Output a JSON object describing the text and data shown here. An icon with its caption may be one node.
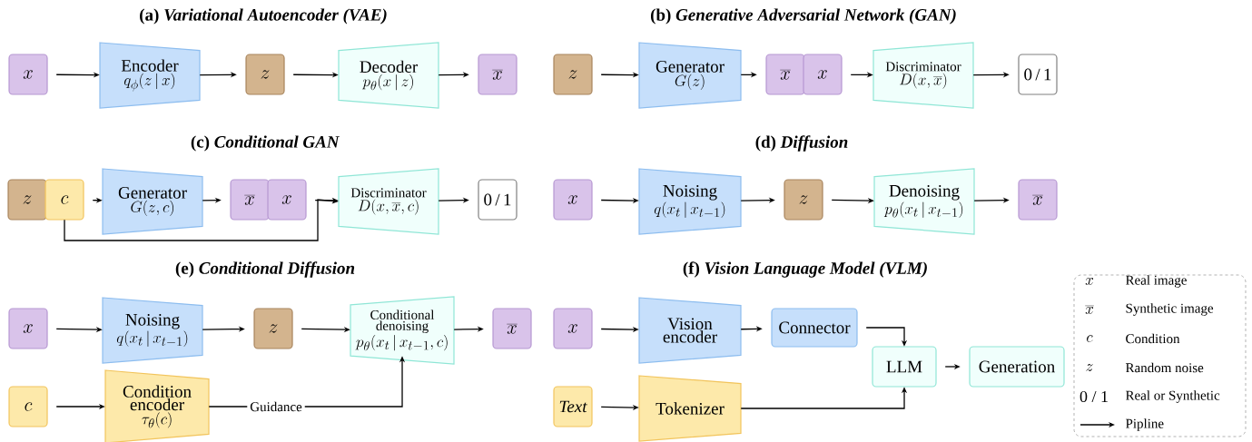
{
  "diagram": {
    "nodes": [
      {
        "text": [
          "x"
        ]
      },
      {
        "text": [
          "Encoder",
          "q_{\\phi}(z\\,|\\,x)"
        ]
      },
      {
        "text": [
          "z"
        ]
      },
      {
        "text": [
          "Decoder",
          "p_{\\theta}(x\\,|\\,z)"
        ]
      },
      {
        "text": [
          "\\overline{x}"
        ]
      },
      {
        "text": [
          "z"
        ]
      },
      {
        "text": [
          "Generator",
          "G(z)"
        ]
      },
      {
        "text": [
          "\\overline{x}"
        ]
      },
      {
        "text": [
          "x"
        ]
      },
      {
        "text": [
          "Discriminator",
          "D(x,\\overline{x})"
        ]
      },
      {
        "text": [
          "0 / 1"
        ]
      },
      {
        "text": [
          "z"
        ]
      },
      {
        "text": [
          "c"
        ]
      },
      {
        "text": [
          "Generator",
          "G(z,c)"
        ]
      },
      {
        "text": [
          "\\overline{x}"
        ]
      },
      {
        "text": [
          "x"
        ]
      },
      {
        "text": [
          "Discriminator",
          "D(x,\\overline{x},c)"
        ]
      },
      {
        "text": [
          "0 / 1"
        ]
      },
      {
        "text": [
          "x"
        ]
      },
      {
        "text": [
          "Noising",
          "q(x_t\\,|\\,x_{t-1})"
        ]
      },
      {
        "text": [
          "z"
        ]
      },
      {
        "text": [
          "Denoising",
          "p_{\\theta}(x_t\\,|\\,x_{t-1})"
        ]
      },
      {
        "text": [
          "\\overline{x}"
        ]
      },
      {
        "text": [
          "x"
        ]
      },
      {
        "text": [
          "Noising",
          "q(x_t\\,|\\,x_{t-1})"
        ]
      },
      {
        "text": [
          "z"
        ]
      },
      {
        "text": [
          "Conditional denoising",
          "p_{\\theta}(x_t\\,|\\,x_{t-1},c)"
        ]
      },
      {
        "text": [
          "\\overline{x}"
        ]
      },
      {
        "text": [
          "c"
        ]
      },
      {
        "text": [
          "Condition encoder",
          "\\tau_{\\theta}(c)"
        ]
      },
      {
        "text": [
          "x"
        ]
      },
      {
        "text": [
          "Vision encoder"
        ]
      },
      {
        "text": [
          "Connector"
        ]
      },
      {
        "text": [
          "Text"
        ]
      },
      {
        "text": [
          "Tokenizer"
        ]
      },
      {
        "text": [
          "LLM"
        ]
      },
      {
        "text": [
          "Generation"
        ]
      }
    ],
    "edges": [
      {
        "from": 0,
        "to": 1,
        "arrow": "to"
      },
      {
        "from": 1,
        "to": 2,
        "arrow": "to"
      },
      {
        "from": 2,
        "to": 3,
        "arrow": "to"
      },
      {
        "from": 3,
        "to": 4,
        "arrow": "to"
      },
      {
        "from": 5,
        "to": 6,
        "arrow": "to"
      },
      {
        "from": 6,
        "to": 7,
        "arrow": "to"
      },
      {
        "from": 8,
        "to": 9,
        "arrow": "to"
      },
      {
        "from": 9,
        "to": 10,
        "arrow": "to"
      },
      {
        "from": 12,
        "to": 13,
        "arrow": "to"
      },
      {
        "from": 13,
        "to": 14,
        "arrow": "to"
      },
      {
        "from": 15,
        "to": 16,
        "arrow": "to"
      },
      {
        "from": 12,
        "to": 16,
        "arrow": "to"
      },
      {
        "from": 16,
        "to": 17,
        "arrow": "to"
      },
      {
        "from": 18,
        "to": 19,
        "arrow": "to"
      },
      {
        "from": 19,
        "to": 20,
        "arrow": "to"
      },
      {
        "from": 20,
        "to": 21,
        "arrow": "to"
      },
      {
        "from": 21,
        "to": 22,
        "arrow": "to"
      },
      {
        "from": 23,
        "to": 24,
        "arrow": "to"
      },
      {
        "from": 24,
        "to": 25,
        "arrow": "to"
      },
      {
        "from": 25,
        "to": 26,
        "arrow": "to"
      },
      {
        "from": 26,
        "to": 27,
        "arrow": "to"
      },
      {
        "from": 28,
        "to": 29,
        "arrow": "to"
      },
      {
        "from": 29,
        "to": 26,
        "arrow": "to",
        "label": "Guidance"
      },
      {
        "from": 30,
        "to": 31,
        "arrow": "to"
      },
      {
        "from": 31,
        "to": 32,
        "arrow": "to"
      },
      {
        "from": 32,
        "to": 35,
        "arrow": "to"
      },
      {
        "from": 33,
        "to": 34,
        "arrow": "to"
      },
      {
        "from": 34,
        "to": 35,
        "arrow": "to"
      },
      {
        "from": 35,
        "to": 36,
        "arrow": "to"
      }
    ],
    "labels": [
      "(a) *Variational Autoencoder (VAE)*",
      "(b) *Generative Adversarial Network (GAN)*",
      "(c) *Conditional GAN*",
      "(d) *Diffusion*",
      "(e) *Conditional Diffusion*",
      "(f) *Vision Language Model (VLM)*",
      "x",
      "\\overline{x}",
      "c",
      "z",
      "0 / 1"
    ],
    "legend": [
      {
        "text": "Real image"
      },
      {
        "text": "Synthetic image"
      },
      {
        "text": "Condition"
      },
      {
        "text": "Random noise"
      },
      {
        "text": "Real or Synthetic"
      },
      {
        "text": "Pipline"
      }
    ]
  }
}
